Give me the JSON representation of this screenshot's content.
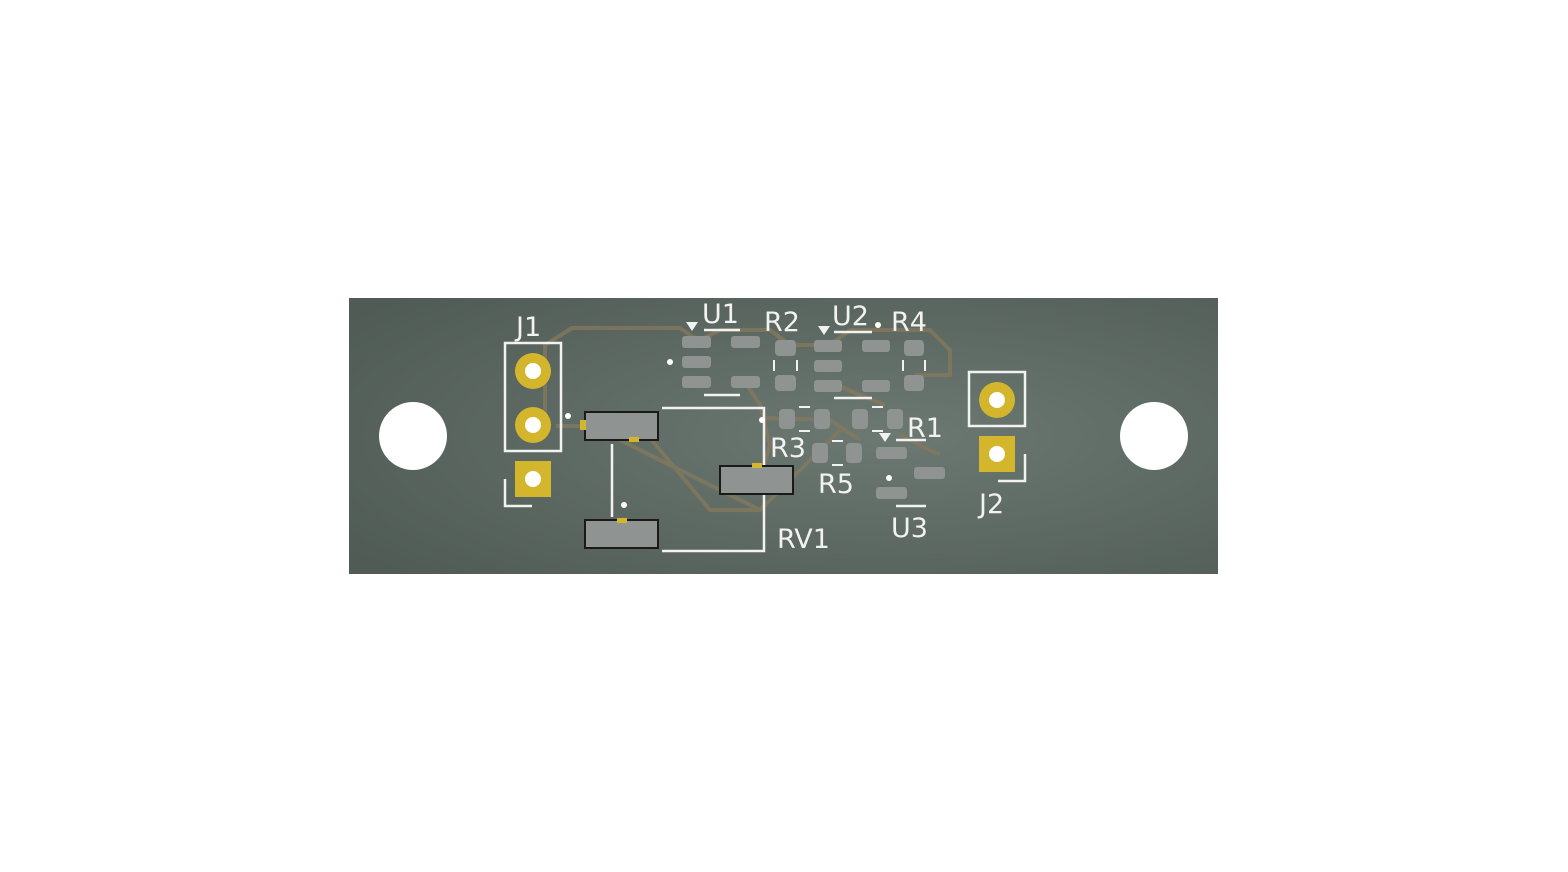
{
  "board": {
    "substrate_color": "#5a6660",
    "silkscreen_color": "#f4f4f4",
    "copper_color": "#d4b62c",
    "pad_color": "#8f9391",
    "trace_color": "#867a5e"
  },
  "refdes": {
    "j1": "J1",
    "j2": "J2",
    "u1": "U1",
    "u2": "U2",
    "u3": "U3",
    "r1": "R1",
    "r2": "R2",
    "r3": "R3",
    "r4": "R4",
    "r5": "R5",
    "rv1": "RV1"
  }
}
